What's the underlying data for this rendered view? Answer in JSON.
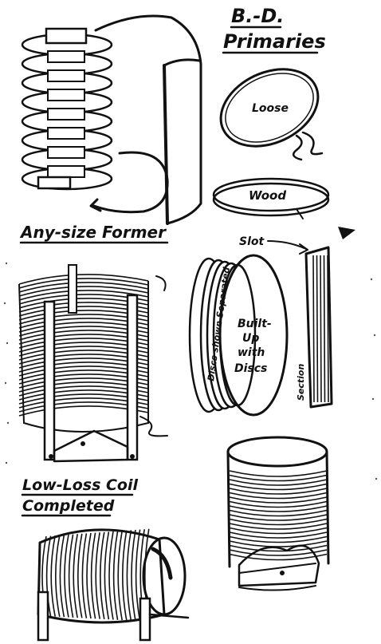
{
  "title_line1": "B.-D.",
  "title_line2": "Primaries",
  "labels": {
    "loose": "Loose",
    "wood": "Wood",
    "slot": "Slot",
    "any_size_former": "Any-size Former",
    "discs_shown_separated": "Discs shown Separated",
    "built_up_1": "Built-",
    "built_up_2": "Up",
    "built_up_3": "with",
    "built_up_4": "Discs",
    "section": "Section",
    "low_loss_1": "Low-Loss Coil",
    "low_loss_2": "Completed"
  }
}
